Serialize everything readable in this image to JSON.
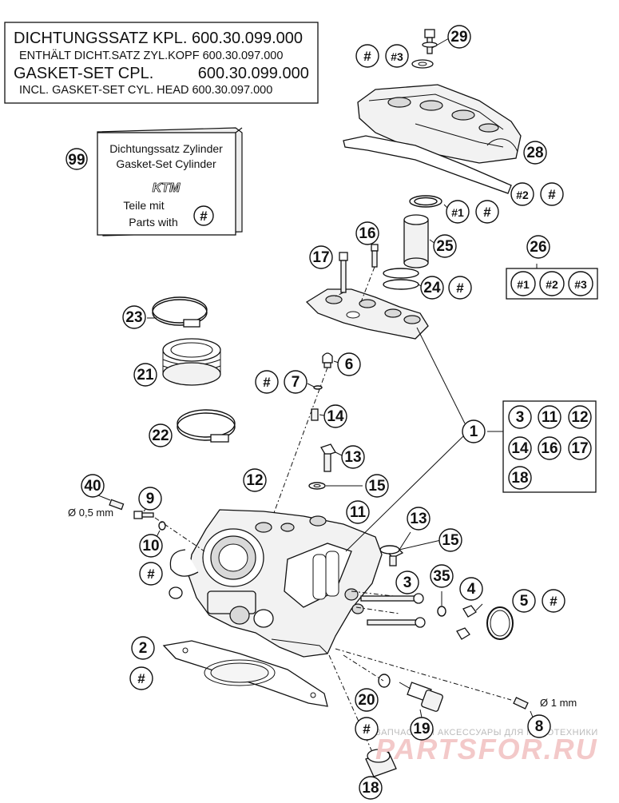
{
  "gasket_set": {
    "line1": "DICHTUNGSSATZ KPL. 600.30.099.000",
    "line2": "ENTHÄLT DICHT.SATZ ZYL.KOPF 600.30.097.000",
    "line3": "GASKET-SET CPL.          600.30.099.000",
    "line4": "INCL. GASKET-SET CYL. HEAD 600.30.097.000"
  },
  "kit_box": {
    "number": "99",
    "line1": "Dichtungssatz Zylinder",
    "line2": "Gasket-Set Cylinder",
    "logo": "KTM",
    "line3": "Teile mit",
    "line4": "Parts with",
    "mark": "#"
  },
  "group_box_1": {
    "number": "1",
    "items": [
      "3",
      "11",
      "12",
      "14",
      "16",
      "17",
      "18"
    ]
  },
  "group_box_26": {
    "number": "26",
    "items": [
      "#1",
      "#2",
      "#3"
    ]
  },
  "callouts": {
    "c29": "29",
    "c28": "28",
    "c25": "25",
    "c24": "24",
    "c23": "23",
    "c21": "21",
    "c22": "22",
    "c16": "16",
    "c17": "17",
    "c6": "6",
    "c7": "7",
    "c14": "14",
    "c13a": "13",
    "c13b": "13",
    "c15a": "15",
    "c15b": "15",
    "c12": "12",
    "c11": "11",
    "c40": "40",
    "c9": "9",
    "c10": "10",
    "c3": "3",
    "c35": "35",
    "c4": "4",
    "c5": "5",
    "c2": "2",
    "c20": "20",
    "c19": "19",
    "c8": "8",
    "c18": "18",
    "h_29": "#",
    "h3_29": "#3",
    "h2_28": "#2",
    "h_28": "#",
    "h1_25": "#1",
    "h_25": "#",
    "h_24": "#",
    "h_7": "#",
    "h_10": "#",
    "h_5": "#",
    "h_2": "#",
    "h_20": "#"
  },
  "notes": {
    "dia_40": "Ø 0,5 mm",
    "dia_8": "Ø 1 mm"
  },
  "watermark": {
    "small": "ЗАПЧАСТИ И АКСЕССУАРЫ ДЛЯ МОТОТЕХНИКИ",
    "big": "PARTSFOR.RU"
  }
}
